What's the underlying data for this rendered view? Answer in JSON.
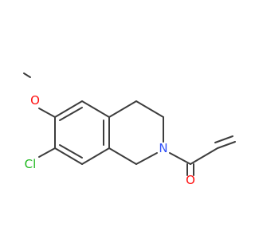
{
  "molecule": {
    "atoms": {
      "O_methoxy": {
        "label": "O",
        "color": "#ff0d0d"
      },
      "Cl": {
        "label": "Cl",
        "color": "#1fb81f"
      },
      "N": {
        "label": "N",
        "color": "#3050f8"
      },
      "O_carbonyl": {
        "label": "O",
        "color": "#ff0d0d"
      }
    },
    "bond_color": "#3d3d3d"
  }
}
